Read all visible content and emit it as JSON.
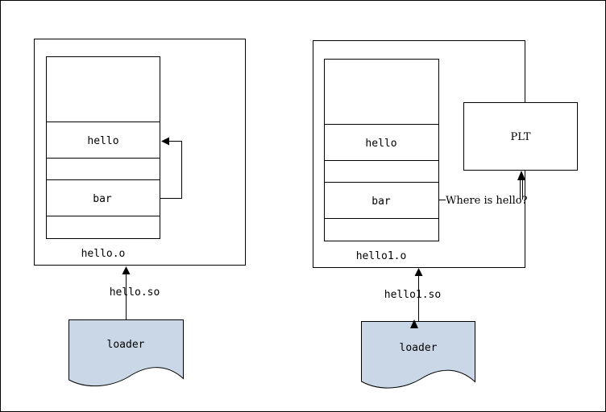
{
  "colors": {
    "document_fill": "#c9d7e6",
    "stroke": "#000000"
  },
  "left": {
    "file_label": "hello.o",
    "section_hello": "hello",
    "section_bar": "bar",
    "shared_object_label": "hello.so",
    "loader_label": "loader"
  },
  "right": {
    "file_label": "hello1.o",
    "section_hello": "hello",
    "section_bar": "bar",
    "plt_label": "PLT",
    "question_label": "Where is hello?",
    "shared_object_label": "hello1.so",
    "loader_label": "loader"
  }
}
